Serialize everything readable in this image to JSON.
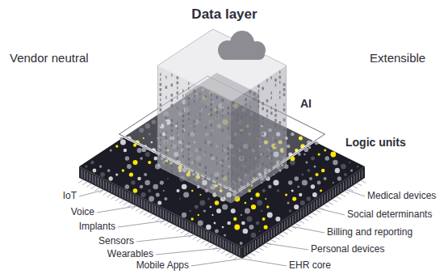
{
  "diagram": {
    "title": "Data layer",
    "labels": [
      "Vendor neutral",
      "Extensible",
      "AI",
      "Logic units",
      "IoT",
      "Voice",
      "Implants",
      "Sensors",
      "Wearables",
      "Mobile Apps",
      "Medical devices",
      "Social determinants",
      "Billing and reporting",
      "Personal devices",
      "EHR core"
    ]
  }
}
